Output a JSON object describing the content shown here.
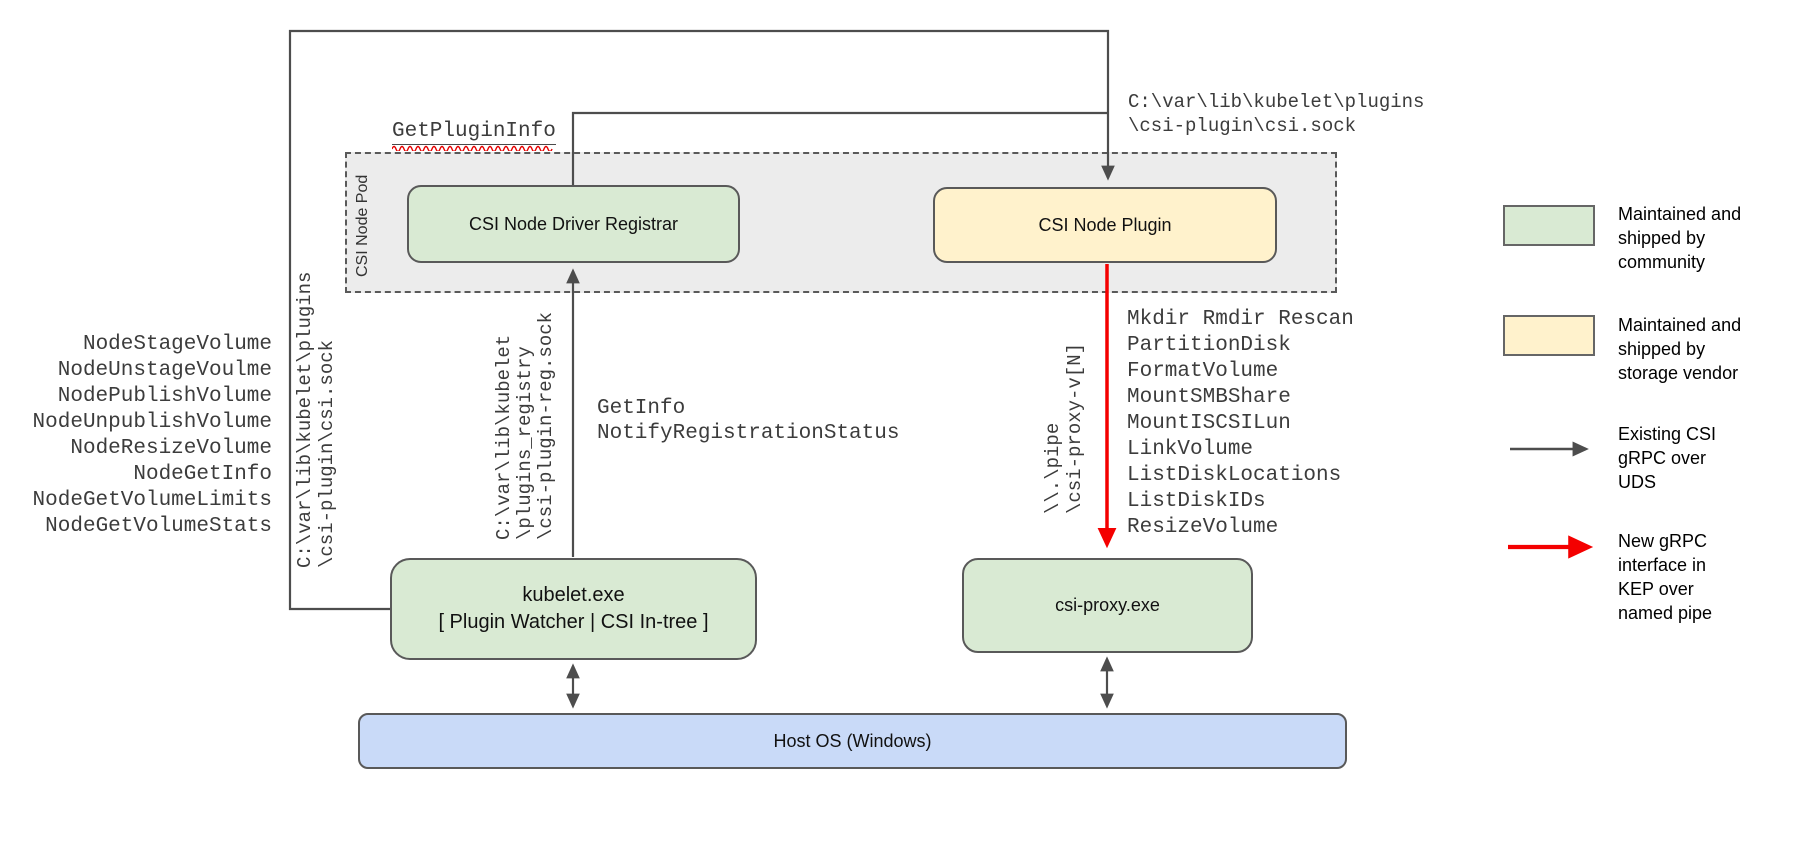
{
  "boxes": {
    "registrar": {
      "label": "CSI Node Driver Registrar"
    },
    "plugin": {
      "label": "CSI Node Plugin"
    },
    "kubelet": {
      "line1": "kubelet.exe",
      "line2": "[ Plugin Watcher | CSI In-tree ]"
    },
    "csi_proxy": {
      "label": "csi-proxy.exe"
    },
    "host_os": {
      "label": "Host OS (Windows)"
    },
    "pod": {
      "label": "CSI Node Pod"
    }
  },
  "labels": {
    "get_plugin_info": "GetPluginInfo",
    "csi_sock_top": [
      "C:\\var\\lib\\kubelet\\plugins",
      "\\csi-plugin\\csi.sock"
    ],
    "csi_sock_left": [
      "C:\\var\\lib\\kubelet\\plugins",
      "\\csi-plugin\\csi.sock"
    ],
    "registration_sock": [
      "C:\\var\\lib\\kubelet",
      "\\plugins_registry",
      "\\csi-plugin-reg.sock"
    ],
    "named_pipe": [
      "\\\\.\\pipe",
      "\\csi-proxy-v[N]"
    ],
    "registration_calls": [
      "GetInfo",
      "NotifyRegistrationStatus"
    ],
    "node_calls": [
      "NodeStageVolume",
      "NodeUnstageVoulme",
      "NodePublishVolume",
      "NodeUnpublishVolume",
      "NodeResizeVolume",
      "NodeGetInfo",
      "NodeGetVolumeLimits",
      "NodeGetVolumeStats"
    ],
    "proxy_calls": [
      "Mkdir Rmdir Rescan",
      "PartitionDisk",
      "FormatVolume",
      "MountSMBShare",
      "MountISCSILun",
      "LinkVolume",
      "ListDiskLocations",
      "ListDiskIDs",
      "ResizeVolume"
    ]
  },
  "legend": {
    "items": [
      {
        "swatch": "green-box",
        "lines": [
          "Maintained and",
          "shipped by",
          "community"
        ]
      },
      {
        "swatch": "yellow-box",
        "lines": [
          "Maintained and",
          "shipped by",
          "storage vendor"
        ]
      },
      {
        "swatch": "gray-arrow",
        "lines": [
          "Existing CSI",
          "gRPC over",
          "UDS"
        ]
      },
      {
        "swatch": "red-arrow",
        "lines": [
          "New gRPC",
          "interface in",
          "KEP over",
          "named pipe"
        ]
      }
    ]
  },
  "colors": {
    "community_green": "#d9ead3",
    "vendor_yellow": "#fff2cc",
    "host_blue": "#c9daf8",
    "pod_gray": "#ececec",
    "connector_gray": "#4d4d4d",
    "new_interface_red": "#f40000",
    "spellcheck_red": "#e60000"
  }
}
